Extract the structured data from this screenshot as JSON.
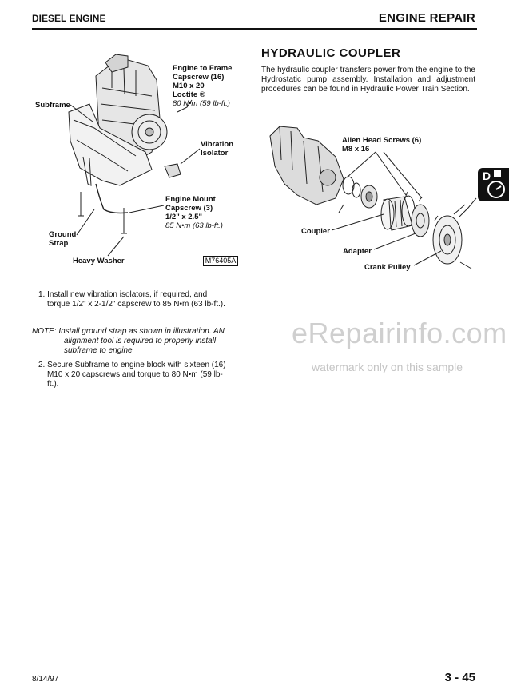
{
  "header": {
    "left": "DIESEL ENGINE",
    "right": "ENGINE REPAIR"
  },
  "left_figure": {
    "callouts": {
      "engine_to_frame": [
        "Engine to Frame",
        "Capscrew (16)",
        "M10 x 20",
        "Loctite ®",
        "80 N•m (59 lb-ft.)"
      ],
      "subframe": "Subframe",
      "vibration_isolator": [
        "Vibration",
        "Isolator"
      ],
      "engine_mount": [
        "Engine Mount",
        "Capscrew (3)",
        "1/2\" x 2.5\"",
        "85 N•m (63 lb-ft.)"
      ],
      "ground_strap": [
        "Ground",
        "Strap"
      ],
      "heavy_washer": "Heavy Washer"
    },
    "figure_id": "M76405A"
  },
  "steps": [
    {
      "lines": [
        "1. Install new vibration isolators, if required, and",
        "torque 1/2\" x 2-1/2\" capscrew to 85 N•m (63 lb-ft.)."
      ]
    },
    {
      "lines": [
        "2. Secure Subframe to engine block with sixteen (16)",
        "M10 x 20 capscrews and torque to 80 N•m (59 lb-",
        "ft.)."
      ]
    }
  ],
  "note": [
    "NOTE:  Install ground strap as shown in illustration. AN",
    "alignment tool is required to properly install",
    "subframe to engine"
  ],
  "coupler_section": {
    "title": "HYDRAULIC COUPLER",
    "paragraph": "The hydraulic coupler transfers power from the engine to the Hydrostatic pump assembly. Installation and adjustment procedures can be found in Hydraulic Power Train Section.",
    "callouts": {
      "allen_head": [
        "Allen Head Screws (6)",
        "M8 x 16"
      ],
      "coupler": "Coupler",
      "adapter": "Adapter",
      "crank_pulley": "Crank Pulley"
    }
  },
  "side_tab_text": "D",
  "watermark": {
    "main": "eRepairinfo.com",
    "sub": "watermark only on this sample"
  },
  "footer": {
    "date": "8/14/97",
    "page": "3 - 45"
  }
}
